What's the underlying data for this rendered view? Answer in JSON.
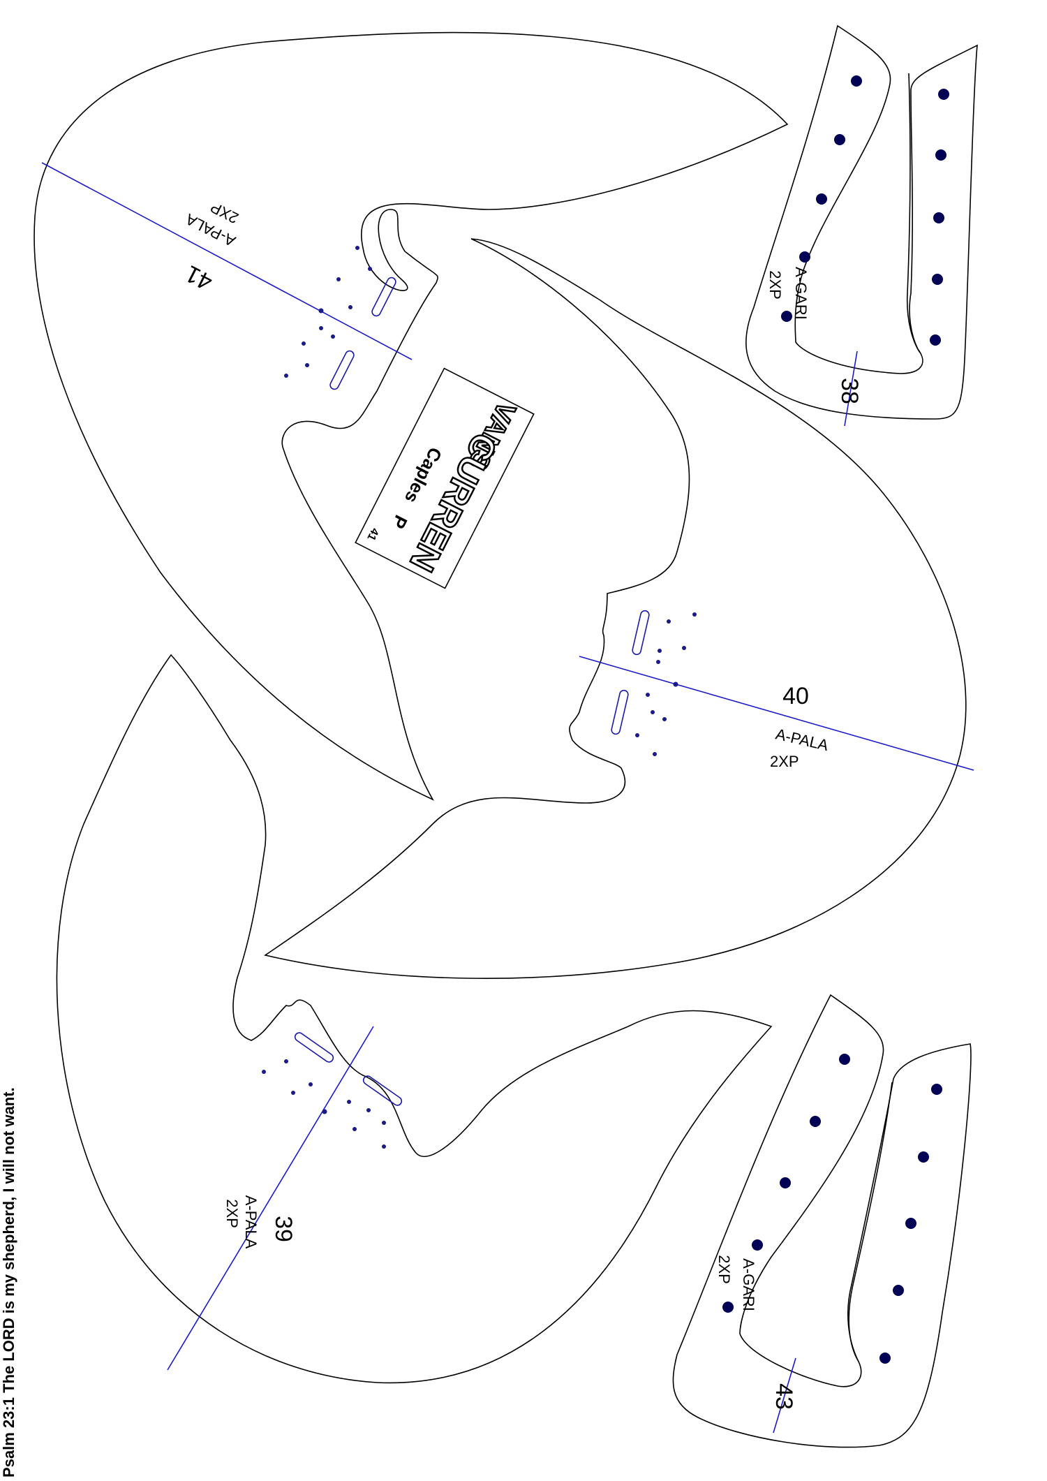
{
  "pieces": [
    {
      "id": "piece-41",
      "number": "41",
      "label": "A-PALA",
      "quantity": "2XP"
    },
    {
      "id": "piece-40",
      "number": "40",
      "label": "A-PALA",
      "quantity": "2XP"
    },
    {
      "id": "piece-39",
      "number": "39",
      "label": "A-PALA",
      "quantity": "2XP"
    },
    {
      "id": "piece-38",
      "number": "38",
      "label": "A-GARI",
      "quantity": "2XP"
    },
    {
      "id": "piece-43",
      "number": "43",
      "label": "A-GARI",
      "quantity": "2XP"
    }
  ],
  "brand_tag": {
    "logo": "VANS",
    "model": "CURREN",
    "material": "Caples",
    "size": "41",
    "mark": "P"
  },
  "verse": "Psalm 23:1 The LORD is my shepherd, I will not want."
}
